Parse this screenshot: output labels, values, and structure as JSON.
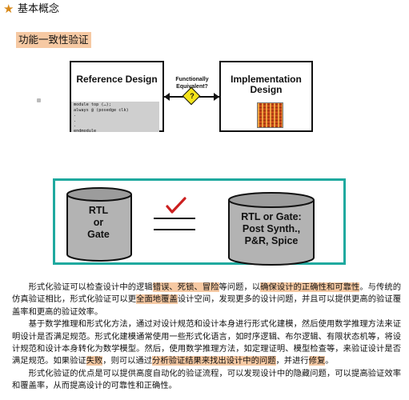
{
  "header": {
    "title": "基本概念",
    "subtitle": "功能一致性验证"
  },
  "diagram_equivalence": {
    "reference_title": "Reference Design",
    "reference_code": [
      "module top (…);",
      "always @ (posedge clk)",
      ".",
      ".",
      ".",
      "endmodule"
    ],
    "question": "Functionally Equivalent?",
    "diamond_symbol": "?",
    "implementation_title": "Implementation Design",
    "colors": {
      "diamond": "#f5e41a",
      "chip": "#c94a1a"
    }
  },
  "diagram_rtl": {
    "left_label": [
      "RTL",
      "or",
      "Gate"
    ],
    "right_label": [
      "RTL or Gate:",
      "Post Synth.,",
      "P&R, Spice"
    ],
    "checkmark": "✓",
    "colors": {
      "frame": "#1fa99f",
      "cylinder": "#b3b3b3",
      "check": "#cc1f1f"
    }
  },
  "paragraphs": [
    [
      {
        "t": "形式化验证可以检查设计中的逻辑"
      },
      {
        "t": "错误、死锁、冒险",
        "hl": true
      },
      {
        "t": "等问题，以"
      },
      {
        "t": "确保设计的正确性和可靠性",
        "hl": true
      },
      {
        "t": "。与传统的仿真验证相比，形式化验证可以更"
      },
      {
        "t": "全面地覆盖",
        "hl": true
      },
      {
        "t": "设计空间，发现更多的设计问题，并且可以提供更高的验证覆盖率和更高的验证效率。"
      }
    ],
    [
      {
        "t": "基于数学推理和形式化方法，通过对设计规范和设计本身进行形式化建模，然后使用数学推理方法来证明设计是否满足规范。形式化建模通常使用一些形式化语言，如时序逻辑、布尔逻辑、有限状态机等，将设计规范和设计本身转化为数学模型。然后，使用数学推理方法，如定理证明、模型检查等，来验证设计是否满足规范。如果验证"
      },
      {
        "t": "失败",
        "hl": true
      },
      {
        "t": "，则可以通过"
      },
      {
        "t": "分析验证结果来找出设计中的问题",
        "hl": true
      },
      {
        "t": "，并进行"
      },
      {
        "t": "修复",
        "hl": true
      },
      {
        "t": "。"
      }
    ],
    [
      {
        "t": "形式化验证的优点是可以提供高度自动化的验证流程，可以发现设计中的隐藏问题，可以提高验证效率和覆盖率，从而提高设计的可靠性和正确性。"
      }
    ]
  ]
}
